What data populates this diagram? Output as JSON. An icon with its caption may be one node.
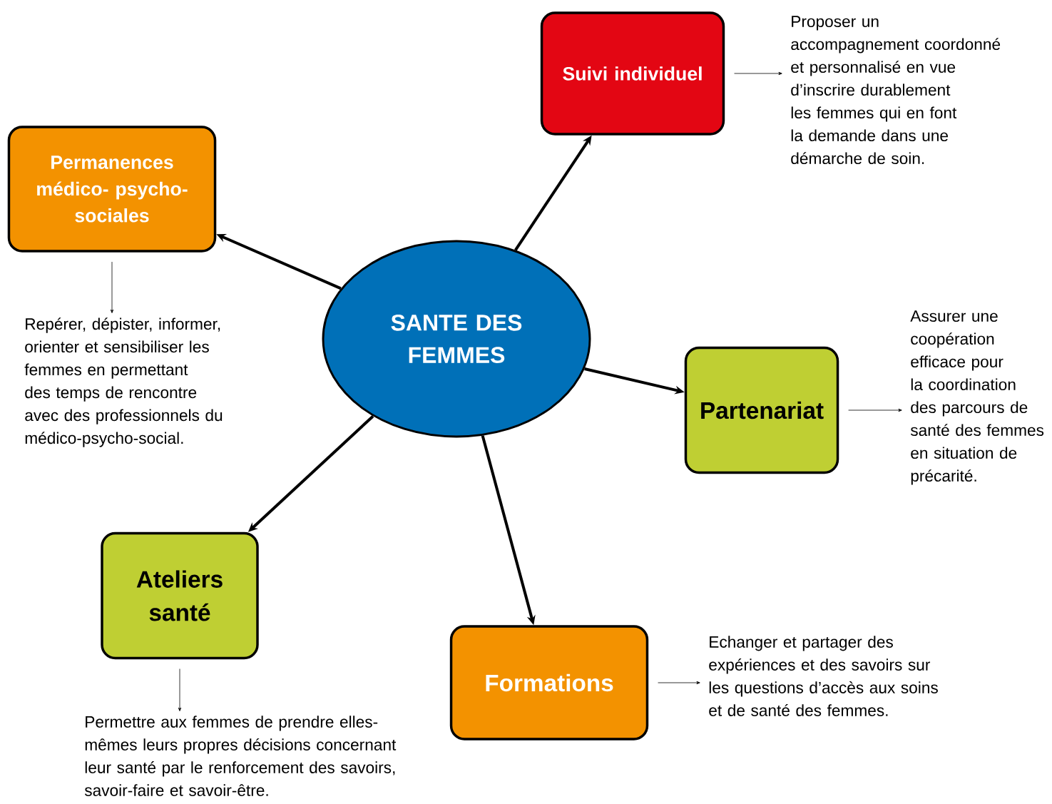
{
  "diagram": {
    "nodes": [
      {
        "text": [
          "SANTE DES FEMMES"
        ]
      },
      {
        "text": [
          "Suivi individuel"
        ]
      },
      {
        "text": [
          "Permanences médico- psycho-sociales"
        ]
      },
      {
        "text": [
          "Partenariat"
        ]
      },
      {
        "text": [
          "Ateliers santé"
        ]
      },
      {
        "text": [
          "Formations"
        ]
      },
      {
        "text": [
          "Proposer un accompagnement coordonné et personnalisé en vue d’inscrire durablement les femmes qui en font la demande dans une démarche de soin."
        ]
      },
      {
        "text": [
          "Repérer, dépister, informer, orienter et sensibiliser les femmes en permettant des temps de rencontre avec des professionnels du médico-psycho-social."
        ]
      },
      {
        "text": [
          "Assurer une coopération efficace pour la coordination des parcours de santé des femmes en situation de précarité."
        ]
      },
      {
        "text": [
          "Permettre aux femmes de prendre elles-mêmes leurs propres décisions concernant leur santé par le renforcement des savoirs, savoir-faire et savoir-être."
        ]
      },
      {
        "text": [
          "Echanger et partager des expériences et des savoirs sur les questions d’accès aux soins et de santé des femmes."
        ]
      }
    ],
    "edges": [
      {
        "from": 0,
        "to": 1,
        "arrow": "to",
        "style": "thick"
      },
      {
        "from": 0,
        "to": 2,
        "arrow": "to",
        "style": "thick"
      },
      {
        "from": 0,
        "to": 3,
        "arrow": "to",
        "style": "thick"
      },
      {
        "from": 0,
        "to": 4,
        "arrow": "to",
        "style": "thick"
      },
      {
        "from": 0,
        "to": 5,
        "arrow": "to",
        "style": "thick"
      },
      {
        "from": 1,
        "to": 6,
        "arrow": "to"
      },
      {
        "from": 2,
        "to": 7,
        "arrow": "to"
      },
      {
        "from": 3,
        "to": 8,
        "arrow": "to"
      },
      {
        "from": 4,
        "to": 9,
        "arrow": "to"
      },
      {
        "from": 5,
        "to": 10,
        "arrow": "to"
      }
    ]
  }
}
